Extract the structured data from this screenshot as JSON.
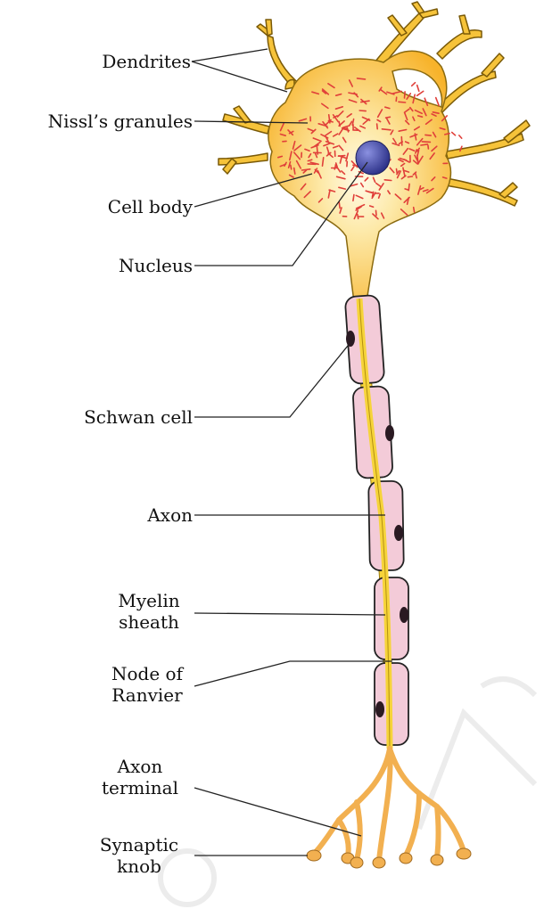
{
  "labels": {
    "dendrites": "Dendrites",
    "nissl": "Nissl’s granules",
    "cell_body": "Cell body",
    "nucleus": "Nucleus",
    "schwan_cell": "Schwan cell",
    "axon": "Axon",
    "myelin_sheath_1": "Myelin",
    "myelin_sheath_2": "sheath",
    "node_1": "Node of",
    "node_2": "Ranvier",
    "axon_terminal_1": "Axon",
    "axon_terminal_2": "terminal",
    "synaptic_1": "Synaptic",
    "synaptic_2": "knob"
  },
  "colors": {
    "cell_body": "#f7b32b",
    "cell_body_light": "#fde9a8",
    "cell_outline": "#8a6a10",
    "nucleus": "#3a3f9e",
    "nissl": "#e0403a",
    "axon": "#f6d43a",
    "myelin": "#f3cbd8",
    "myelin_outline": "#222222",
    "schwann_nucleus": "#2a1a22",
    "terminal": "#f2b050",
    "watermark": "#e8e8e8"
  }
}
